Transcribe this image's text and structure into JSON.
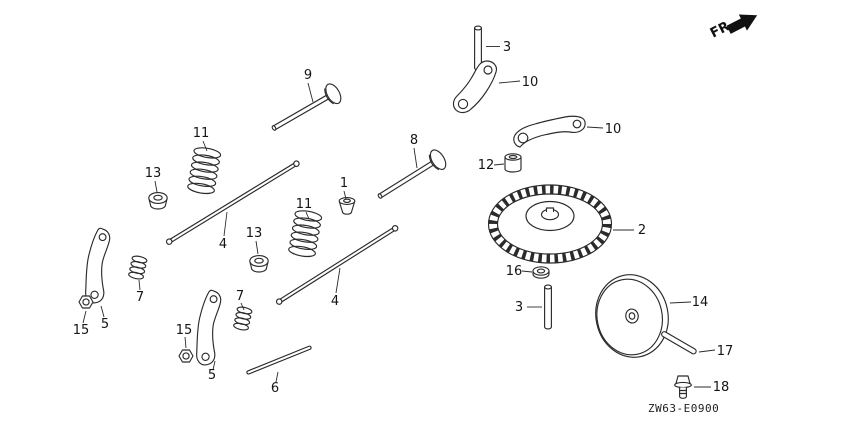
{
  "diagram": {
    "fr_label": "FR.",
    "code": "ZW63-E0900",
    "colors": {
      "ink": "#2b2b2b",
      "background": "#ffffff"
    },
    "labels": [
      {
        "text": "3"
      },
      {
        "text": "10"
      },
      {
        "text": "9"
      },
      {
        "text": "10"
      },
      {
        "text": "8"
      },
      {
        "text": "12"
      },
      {
        "text": "11"
      },
      {
        "text": "13"
      },
      {
        "text": "1"
      },
      {
        "text": "4"
      },
      {
        "text": "11"
      },
      {
        "text": "13"
      },
      {
        "text": "2"
      },
      {
        "text": "16"
      },
      {
        "text": "3"
      },
      {
        "text": "14"
      },
      {
        "text": "4"
      },
      {
        "text": "7"
      },
      {
        "text": "5"
      },
      {
        "text": "15"
      },
      {
        "text": "7"
      },
      {
        "text": "15"
      },
      {
        "text": "5"
      },
      {
        "text": "6"
      },
      {
        "text": "17"
      },
      {
        "text": "18"
      }
    ]
  }
}
